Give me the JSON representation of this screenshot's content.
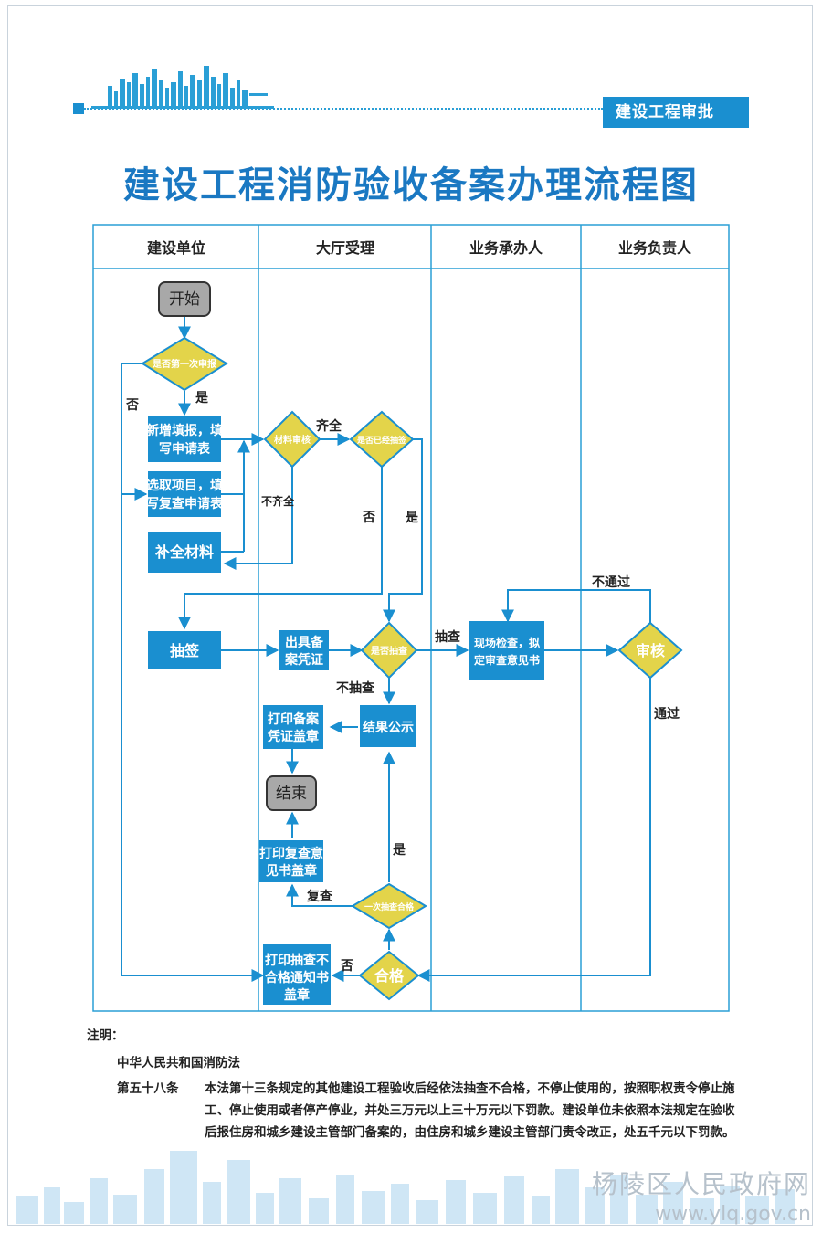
{
  "header": {
    "section_tag": "建设工程审批",
    "title": "建设工程消防验收备案办理流程图"
  },
  "lanes": [
    "建设单位",
    "大厅受理",
    "业务承办人",
    "业务负责人"
  ],
  "nodes": {
    "start": "开始",
    "first_apply": "是否第一次申报",
    "new_apply_1": "新增填报，填",
    "new_apply_2": "写申请表",
    "select_1": "选取项目，填",
    "select_2": "写复查申请表",
    "supplement": "补全材料",
    "review": "材料审核",
    "is_sampled": "是否已经抽签",
    "draw": "抽签",
    "cert_1": "出具备",
    "cert_2": "案凭证",
    "check_q": "是否抽查",
    "site_1": "现场检查，拟",
    "site_2": "定审查意见书",
    "audit": "审核",
    "publish": "结果公示",
    "print_cert_1": "打印备案",
    "print_cert_2": "凭证盖章",
    "end": "结束",
    "print_review_1": "打印复查意",
    "print_review_2": "见书盖章",
    "one_pass": "一次抽查合格",
    "pass": "合格",
    "print_fail_1": "打印抽查不",
    "print_fail_2": "合格通知书",
    "print_fail_3": "盖章"
  },
  "edge_labels": {
    "no_1": "否",
    "yes_1": "是",
    "complete": "齐全",
    "incomplete": "不齐全",
    "no_2": "否",
    "yes_2": "是",
    "not_passed": "不通过",
    "sampled": "抽查",
    "not_sampled": "不抽查",
    "passed": "通过",
    "yes_3": "是",
    "recheck": "复查",
    "no_3": "否"
  },
  "notes": {
    "heading": "注明：",
    "law": "中华人民共和国消防法",
    "article_no": "第五十八条",
    "article_text": "本法第十三条规定的其他建设工程验收后经依法抽查不合格，不停止使用的，按照职权责令停止施工、停止使用或者停产停业，并处三万元以上三十万元以下罚款。建设单位未依照本法规定在验收后报住房和城乡建设主管部门备案的，由住房和城乡建设主管部门责令改正，处五千元以下罚款。"
  },
  "watermark": {
    "line1": "杨陵区人民政府网",
    "line2": "www.ylq.gov.cn"
  },
  "colors": {
    "accent": "#1a8fd0",
    "diamond": "#e3d44a",
    "title": "#1a78c2",
    "terminal": "#a8a8a8"
  }
}
